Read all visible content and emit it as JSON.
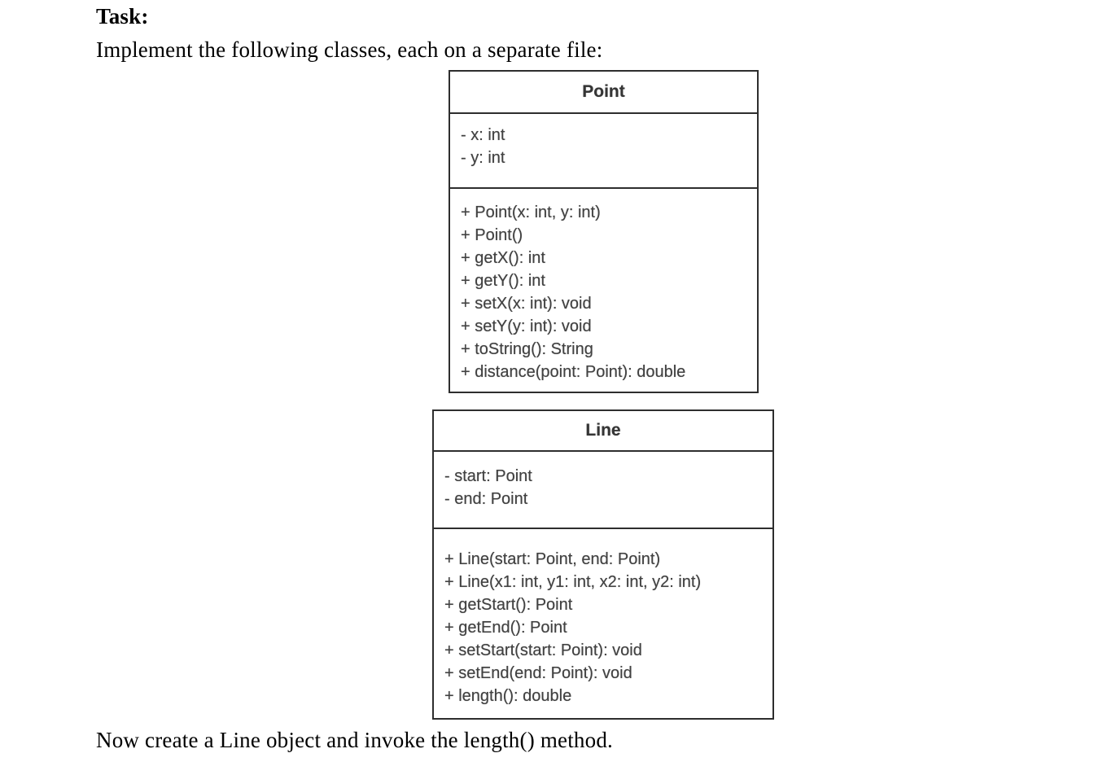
{
  "document": {
    "task_label": "Task:",
    "intro_text": "Implement the following classes, each on a separate file:",
    "footer_text": "Now create a Line object and invoke the length() method."
  },
  "uml_classes": [
    {
      "name": "Point",
      "attributes": [
        "- x: int",
        "- y: int"
      ],
      "methods": [
        "+ Point(x: int, y: int)",
        "+ Point()",
        "+ getX(): int",
        "+ getY(): int",
        "+ setX(x: int): void",
        "+ setY(y: int): void",
        "+ toString(): String",
        "+ distance(point: Point): double"
      ]
    },
    {
      "name": "Line",
      "attributes": [
        "- start: Point",
        "- end: Point"
      ],
      "methods": [
        "+ Line(start: Point, end: Point)",
        "+ Line(x1: int, y1: int, x2: int, y2: int)",
        "+ getStart(): Point",
        "+ getEnd(): Point",
        "+ setStart(start: Point): void",
        "+ setEnd(end: Point): void",
        "+ length(): double"
      ]
    }
  ],
  "colors": {
    "background": "#ffffff",
    "body_text": "#000000",
    "diagram_border": "#2e2e2e",
    "diagram_text": "#414141"
  }
}
